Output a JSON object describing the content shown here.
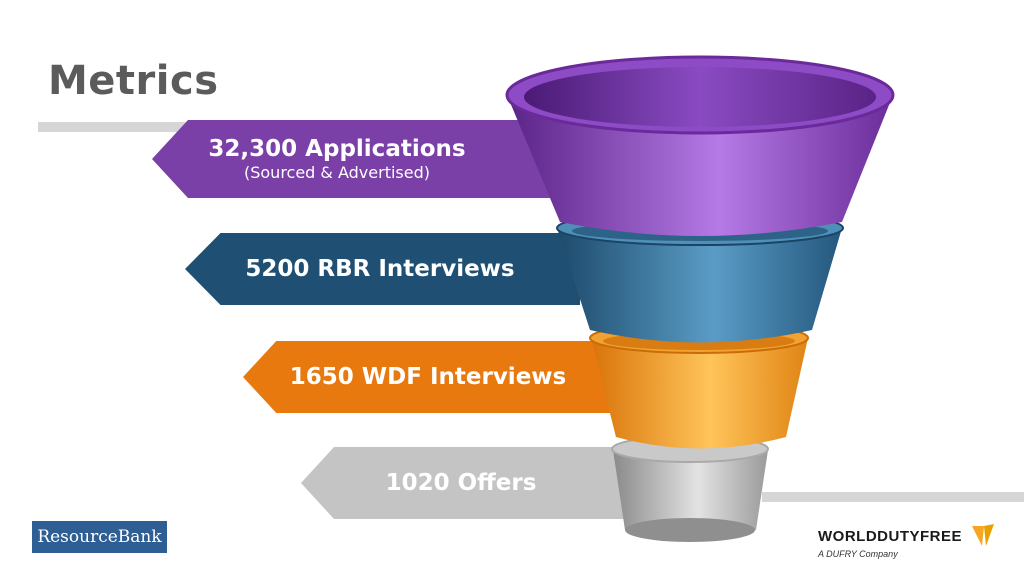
{
  "slide": {
    "title": "Metrics"
  },
  "funnel": {
    "stages": [
      {
        "label": "32,300 Applications",
        "sublabel": "(Sourced & Advertised)",
        "value": 32300,
        "color": "#7b3fa8"
      },
      {
        "label": "5200 RBR Interviews",
        "value": 5200,
        "color": "#1f4f73"
      },
      {
        "label": "1650 WDF Interviews",
        "value": 1650,
        "color": "#e8790f"
      },
      {
        "label": "1020 Offers",
        "value": 1020,
        "color": "#c4c4c4"
      }
    ]
  },
  "logos": {
    "resourcebank": "ResourceBank",
    "wdf_name": "WORLDDUTYFREE",
    "wdf_tagline": "A DUFRY Company"
  }
}
